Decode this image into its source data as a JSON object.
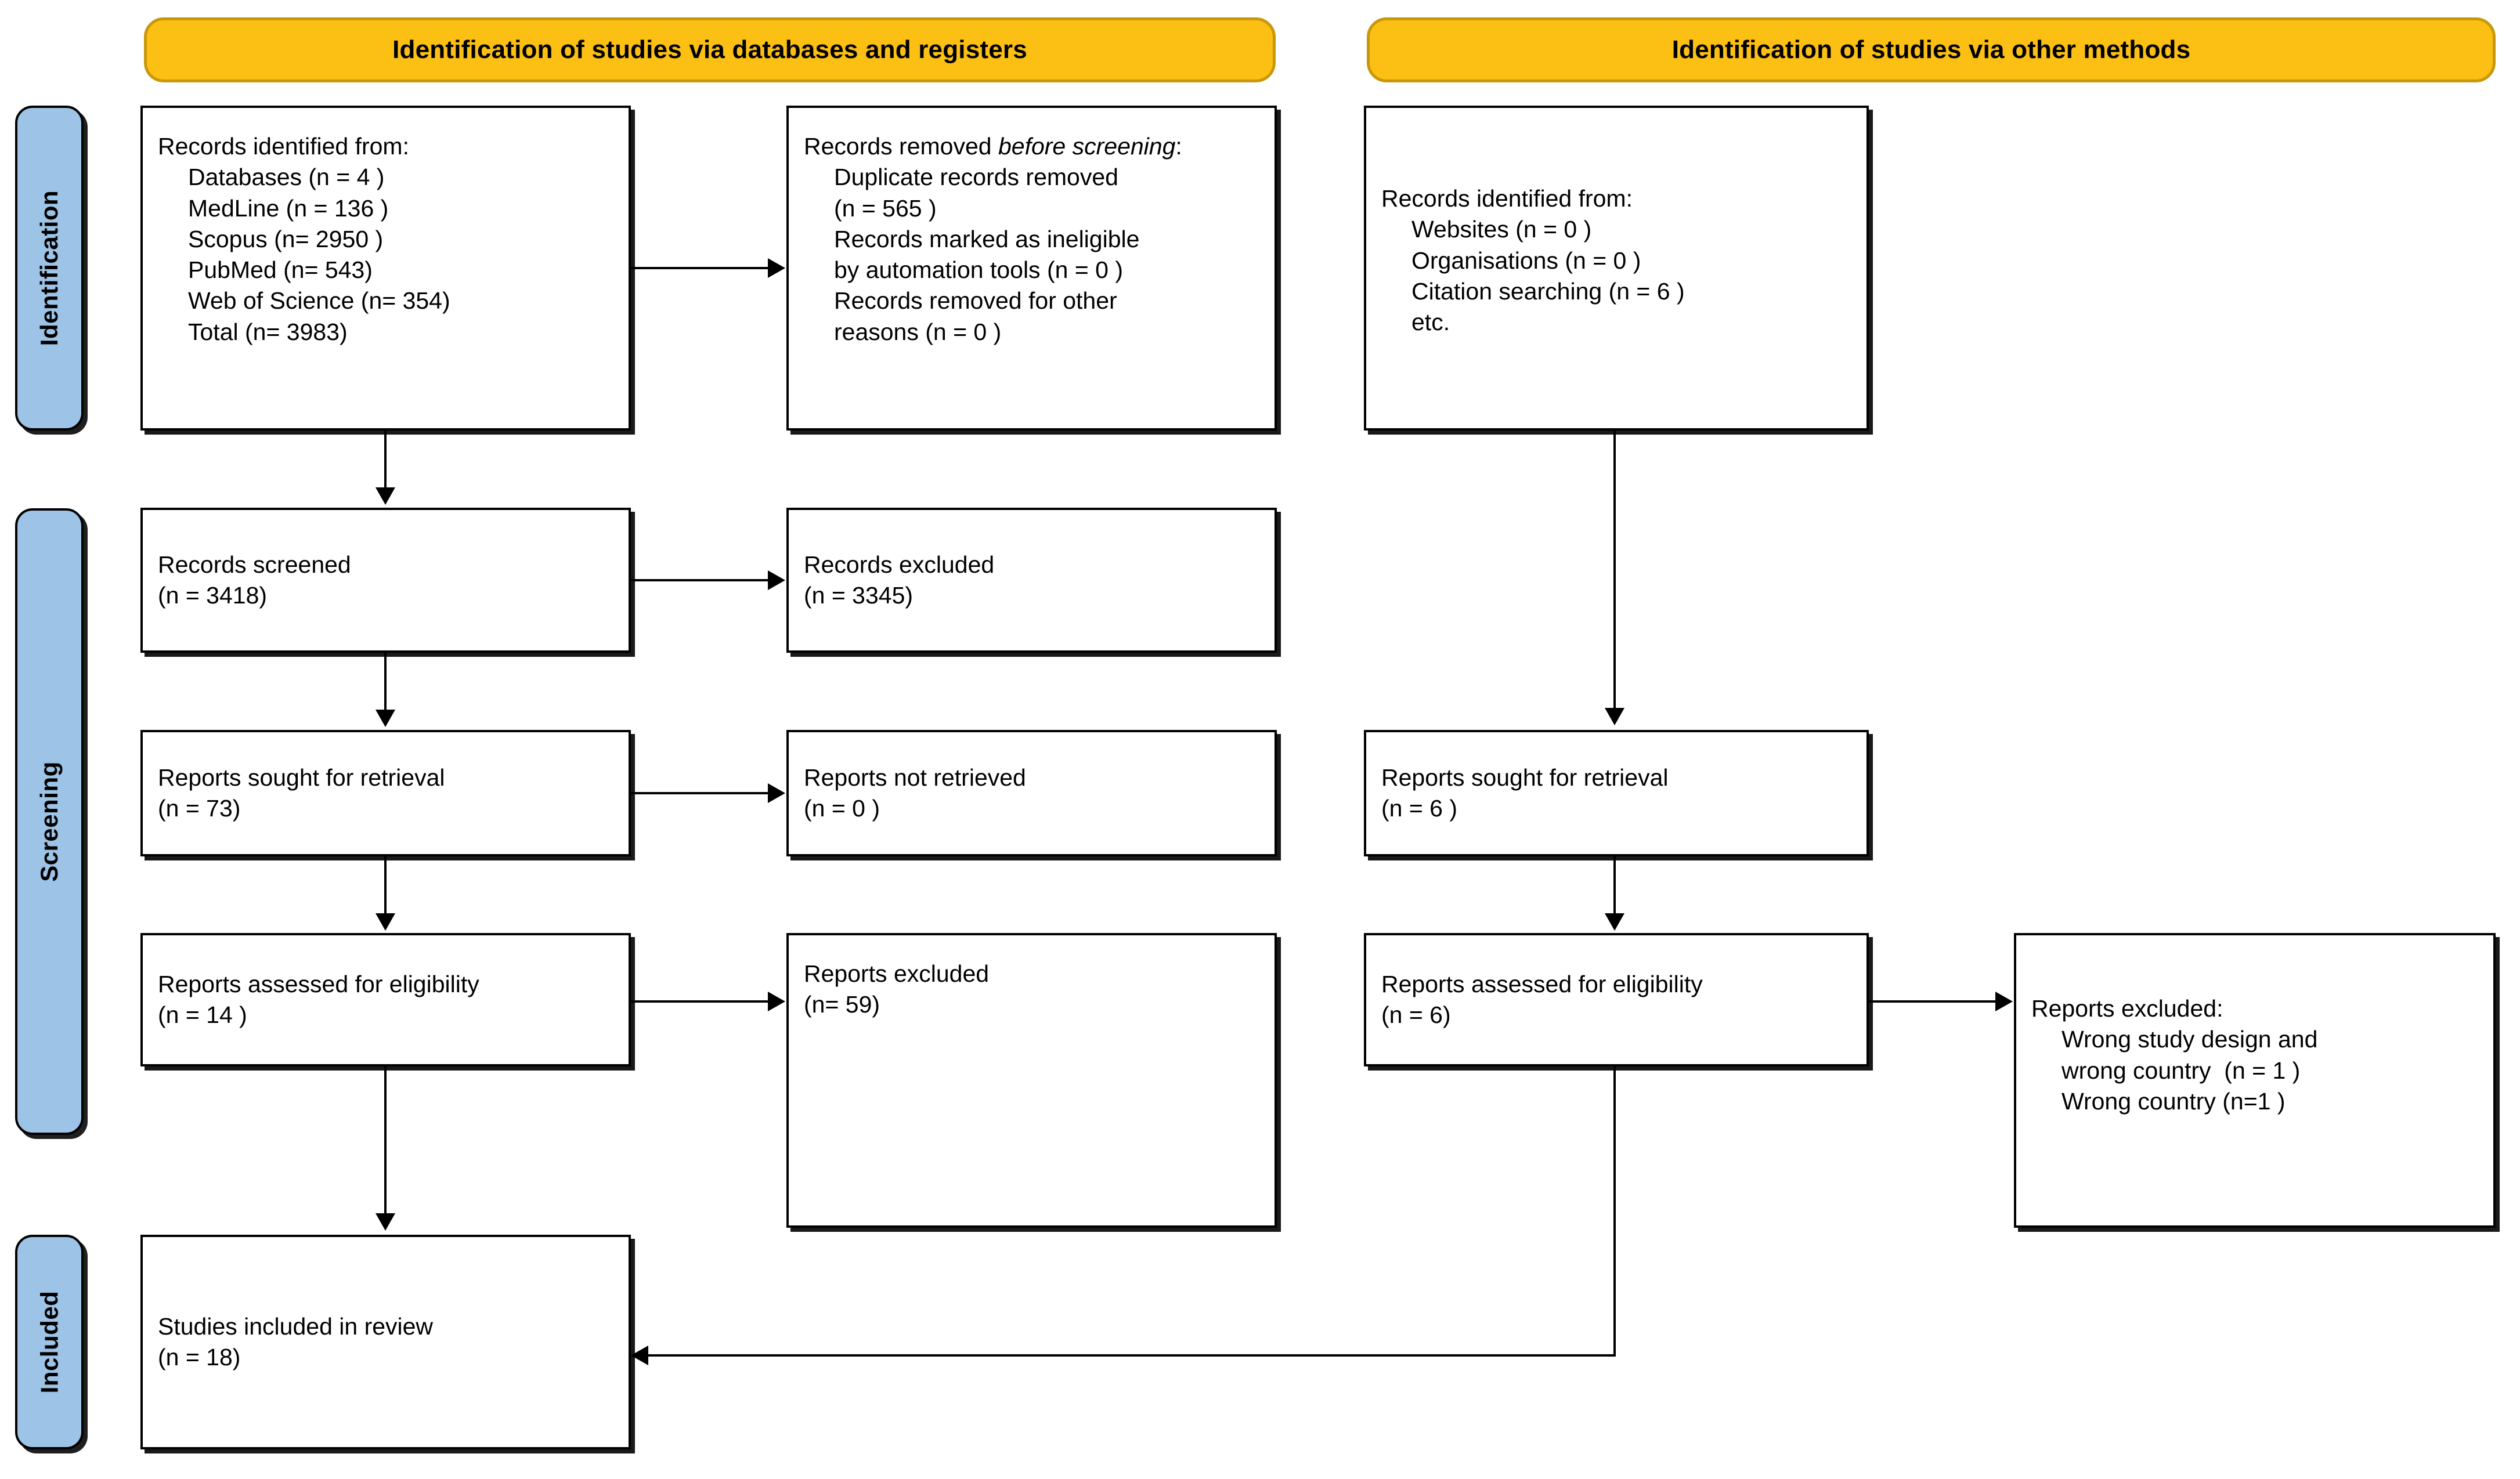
{
  "diagram": {
    "type": "PRISMA 2020 flow diagram",
    "phases": [
      {
        "id": "identification",
        "label": "Identification"
      },
      {
        "id": "screening",
        "label": "Screening"
      },
      {
        "id": "included",
        "label": "Included"
      }
    ],
    "banners": [
      {
        "id": "databases-registers",
        "label": "Identification of studies via databases and registers"
      },
      {
        "id": "other-methods",
        "label": "Identification of studies via other methods"
      }
    ],
    "boxes": {
      "records_identified": {
        "title": "Records identified from:",
        "lines": [
          "Databases (n = 4 )",
          "MedLine (n = 136 )",
          "Scopus (n= 2950 )",
          "PubMed (n= 543)",
          "Web of Science (n= 354)",
          "Total (n= 3983)"
        ]
      },
      "records_removed": {
        "title_plain": "Records removed ",
        "title_italic": "before screening",
        "title_suffix": ":",
        "lines": [
          "Duplicate records removed",
          "(n = 565 )",
          "Records marked as ineligible",
          "by automation tools (n = 0 )",
          "Records removed for other",
          "reasons (n = 0 )"
        ]
      },
      "records_screened": {
        "line1": "Records screened",
        "line2": "(n = 3418)"
      },
      "records_excluded": {
        "line1": "Records excluded",
        "line2": "(n = 3345)"
      },
      "reports_sought_db": {
        "line1": "Reports sought for retrieval",
        "line2": "(n = 73)"
      },
      "reports_not_retrieved_db": {
        "line1": "Reports not retrieved",
        "line2": "(n = 0 )"
      },
      "reports_assessed_db": {
        "line1": "Reports assessed for eligibility",
        "line2": "(n = 14 )"
      },
      "reports_excluded_db": {
        "line1": "Reports excluded",
        "line2": "(n= 59)"
      },
      "studies_included": {
        "line1": "Studies included in review",
        "line2": "(n = 18)"
      },
      "records_identified_other": {
        "title": "Records identified from:",
        "lines": [
          "Websites (n = 0 )",
          "Organisations (n = 0 )",
          "Citation searching (n = 6 )",
          "etc."
        ]
      },
      "reports_sought_other": {
        "line1": "Reports sought for retrieval",
        "line2": "(n = 6 )"
      },
      "reports_assessed_other": {
        "line1": "Reports assessed for eligibility",
        "line2": "(n = 6)"
      },
      "reports_excluded_other": {
        "title": "Reports excluded:",
        "lines": [
          "Wrong study design and",
          "wrong country  (n = 1 )",
          "Wrong country (n=1 )"
        ]
      }
    },
    "colors": {
      "banner_fill": "#FCBF13",
      "banner_border": "#C9970A",
      "phase_fill": "#9DC3E6",
      "box_border": "#000000",
      "background": "#FFFFFF"
    }
  }
}
